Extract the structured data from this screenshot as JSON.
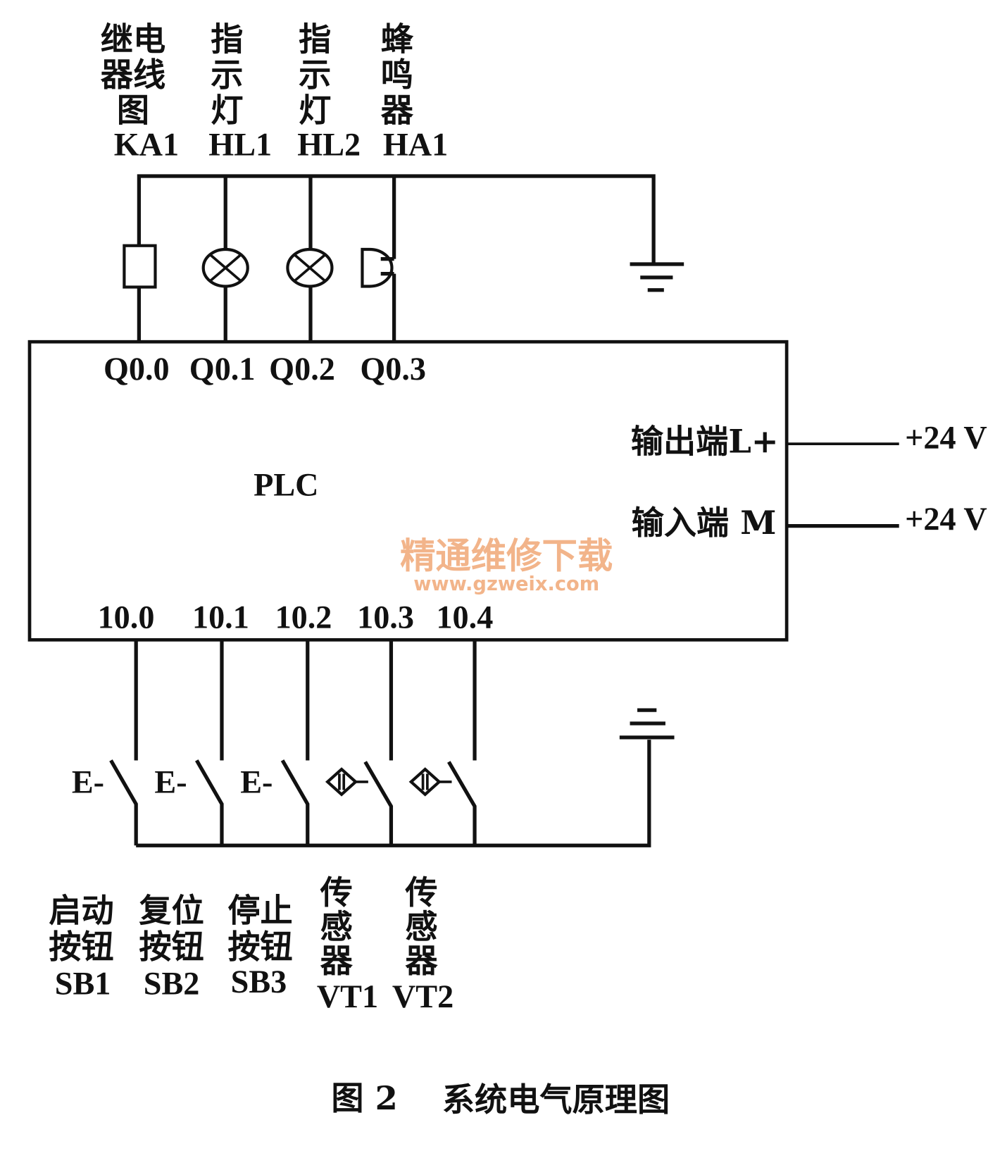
{
  "outputs": [
    {
      "lines": [
        "继电",
        "器线",
        "图"
      ],
      "code": "KA1",
      "terminal": "Q0.0"
    },
    {
      "lines": [
        "指",
        "示",
        "灯"
      ],
      "code": "HL1",
      "terminal": "Q0.1"
    },
    {
      "lines": [
        "指",
        "示",
        "灯"
      ],
      "code": "HL2",
      "terminal": "Q0.2"
    },
    {
      "lines": [
        "蜂",
        "鸣",
        "器"
      ],
      "code": "HA1",
      "terminal": "Q0.3"
    }
  ],
  "plc": {
    "label": "PLC",
    "output_port": "输出端L+",
    "input_port": "输入端 M",
    "output_voltage": "+24 V",
    "input_voltage": "+24 V"
  },
  "inputs": [
    {
      "terminal": "10.0",
      "symbol": "E-",
      "lines": [
        "启动",
        "按钮"
      ],
      "code": "SB1"
    },
    {
      "terminal": "10.1",
      "symbol": "E-",
      "lines": [
        "复位",
        "按钮"
      ],
      "code": "SB2"
    },
    {
      "terminal": "10.2",
      "symbol": "E-",
      "lines": [
        "停止",
        "按钮"
      ],
      "code": "SB3"
    },
    {
      "terminal": "10.3",
      "lines": [
        "传",
        "感",
        "器"
      ],
      "code": "VT1"
    },
    {
      "terminal": "10.4",
      "lines": [
        "传",
        "感",
        "器"
      ],
      "code": "VT2"
    }
  ],
  "watermark": {
    "title": "精通维修下载",
    "url": "www.gzweix.com",
    "color": "#f2b48a"
  },
  "caption": {
    "number": "图 2",
    "title": "系统电气原理图"
  }
}
